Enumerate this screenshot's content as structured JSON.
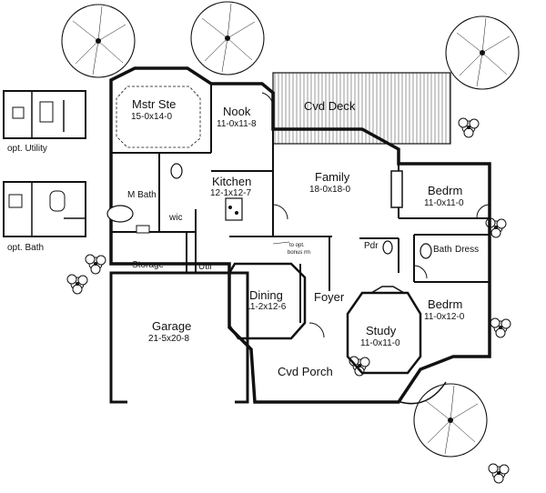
{
  "colors": {
    "ink": "#111111",
    "paper": "#ffffff",
    "hatch": "#555555"
  },
  "icons": [
    "tree-icon",
    "shrub-icon",
    "bathtub-icon",
    "toilet-icon",
    "sink-icon",
    "fireplace-icon",
    "door-swing-icon"
  ],
  "rooms": {
    "mstr_ste": {
      "name": "Mstr Ste",
      "dims": "15-0x14-0"
    },
    "nook": {
      "name": "Nook",
      "dims": "11-0x11-8"
    },
    "cvd_deck": {
      "name": "Cvd Deck"
    },
    "kitchen": {
      "name": "Kitchen",
      "dims": "12-1x12-7"
    },
    "family": {
      "name": "Family",
      "dims": "18-0x18-0"
    },
    "bedrm_1": {
      "name": "Bedrm",
      "dims": "11-0x11-0"
    },
    "m_bath": {
      "name": "M Bath"
    },
    "wic": {
      "name": "wic"
    },
    "storage": {
      "name": "Storage"
    },
    "util": {
      "name": "Util"
    },
    "pdr": {
      "name": "Pdr"
    },
    "bath": {
      "name": "Bath"
    },
    "dress": {
      "name": "Dress"
    },
    "dining": {
      "name": "Dining",
      "dims": "11-2x12-6"
    },
    "foyer": {
      "name": "Foyer"
    },
    "bedrm_2": {
      "name": "Bedrm",
      "dims": "11-0x12-0"
    },
    "study": {
      "name": "Study",
      "dims": "11-0x11-0"
    },
    "garage": {
      "name": "Garage",
      "dims": "21-5x20-8"
    },
    "cvd_porch": {
      "name": "Cvd Porch"
    }
  },
  "notes": {
    "opt_utility": "opt. Utility",
    "opt_bath": "opt. Bath",
    "to_opt_bonus_line1": "to opt.",
    "to_opt_bonus_line2": "bonus rm"
  }
}
